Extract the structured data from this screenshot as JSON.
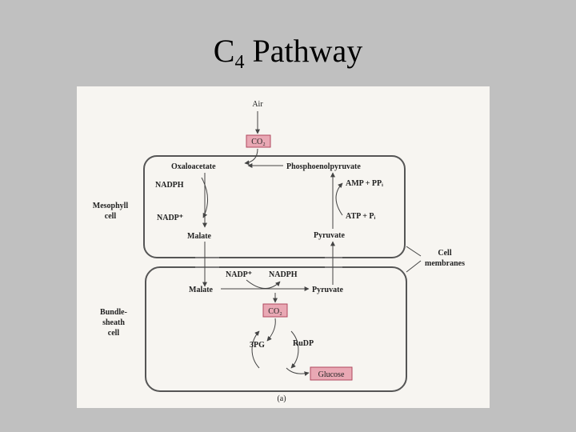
{
  "title": {
    "main": "C",
    "subscript": "4",
    "rest": "Pathway"
  },
  "diagram": {
    "air": "Air",
    "co2_top": "CO₂",
    "oxaloacetate": "Oxaloacetate",
    "pep": "Phosphoenolpyruvate",
    "nadph_m": "NADPH",
    "nadp_m": "NADP⁺",
    "amp": "AMP + PPᵢ",
    "atp": "ATP + Pᵢ",
    "malate_m": "Malate",
    "pyruvate_m": "Pyruvate",
    "mesophyll": [
      "Mesophyll",
      "cell"
    ],
    "cell_membranes": [
      "Cell",
      "membranes"
    ],
    "nadp_b": "NADP⁺",
    "nadph_b": "NADPH",
    "malate_b": "Malate",
    "pyruvate_b": "Pyruvate",
    "co2_bundle": "CO₂",
    "bundle": [
      "Bundle-",
      "sheath",
      "cell"
    ],
    "pg3": "3PG",
    "rudp": "RuDP",
    "glucose": "Glucose",
    "caption": "(a)"
  },
  "colors": {
    "highlight_fill": "#e9a8b4",
    "highlight_stroke": "#b0485e",
    "line": "#555555"
  }
}
